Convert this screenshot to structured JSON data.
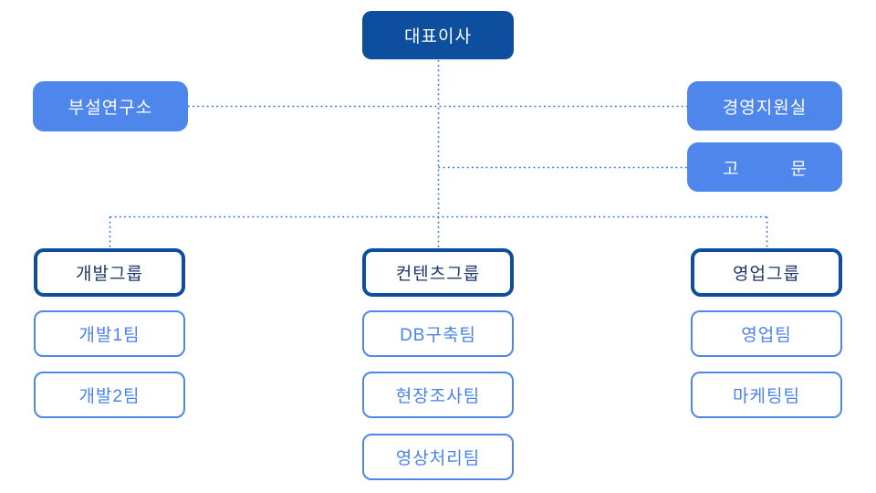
{
  "chart": {
    "type": "org-chart",
    "colors": {
      "dark_blue": "#0d4e9e",
      "medium_blue": "#4f86ec",
      "connector_blue": "#2f6fd6",
      "group_text": "#1b3a6b",
      "team_text": "#4a83ea",
      "background": "#ffffff"
    },
    "nodes": {
      "ceo": {
        "label": "대표이사"
      },
      "research": {
        "label": "부설연구소"
      },
      "support": {
        "label": "경영지원실"
      },
      "advisor": {
        "label": "고문"
      },
      "groups": [
        {
          "label": "개발그룹",
          "teams": [
            "개발1팀",
            "개발2팀"
          ]
        },
        {
          "label": "컨텐츠그룹",
          "teams": [
            "DB구축팀",
            "현장조사팀",
            "영상처리팀"
          ]
        },
        {
          "label": "영업그룹",
          "teams": [
            "영업팀",
            "마케팅팀"
          ]
        }
      ]
    }
  }
}
